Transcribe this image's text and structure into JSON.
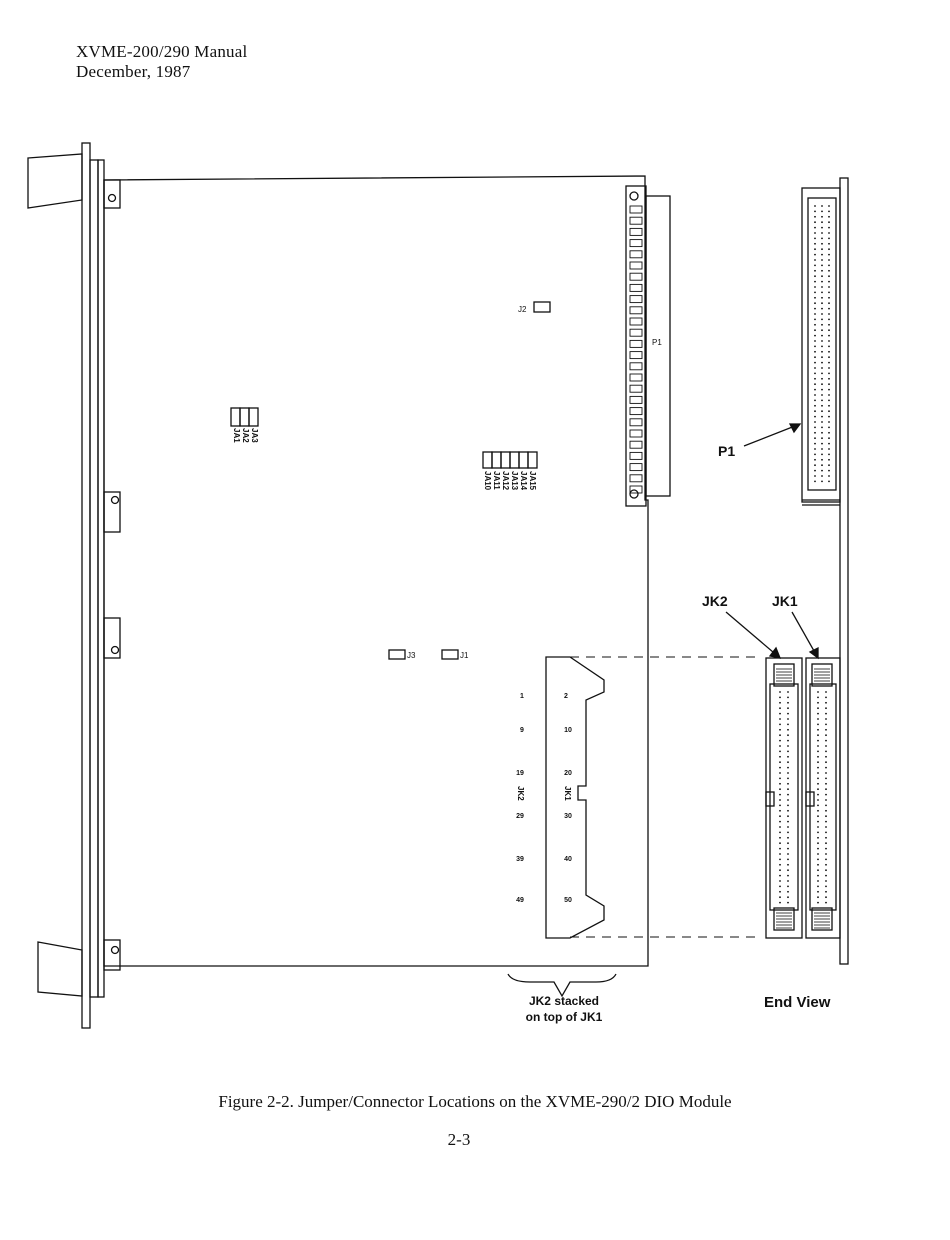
{
  "header": {
    "manual_title": "XVME-200/290 Manual",
    "date": "December, 1987"
  },
  "board": {
    "jumpers": {
      "j1": "J1",
      "j2": "J2",
      "j3": "J3",
      "ja_left": [
        "JA3",
        "JA2",
        "JA1"
      ],
      "ja_center": [
        "JA15",
        "JA14",
        "JA13",
        "JA12",
        "JA11",
        "JA10"
      ]
    },
    "p1_label": "P1",
    "connector": {
      "jk2_label": "JK2",
      "jk1_label": "JK1",
      "pins_left": [
        "1",
        "9",
        "19",
        "29",
        "39",
        "49"
      ],
      "pins_right": [
        "2",
        "10",
        "20",
        "30",
        "40",
        "50"
      ]
    },
    "stacked_note_line1": "JK2 stacked",
    "stacked_note_line2": "on top of JK1"
  },
  "end_view": {
    "p1_label": "P1",
    "jk2_label": "JK2",
    "jk1_label": "JK1",
    "title": "End View"
  },
  "caption": "Figure 2-2.  Jumper/Connector Locations on the XVME-290/2 DIO Module",
  "page_number": "2-3"
}
